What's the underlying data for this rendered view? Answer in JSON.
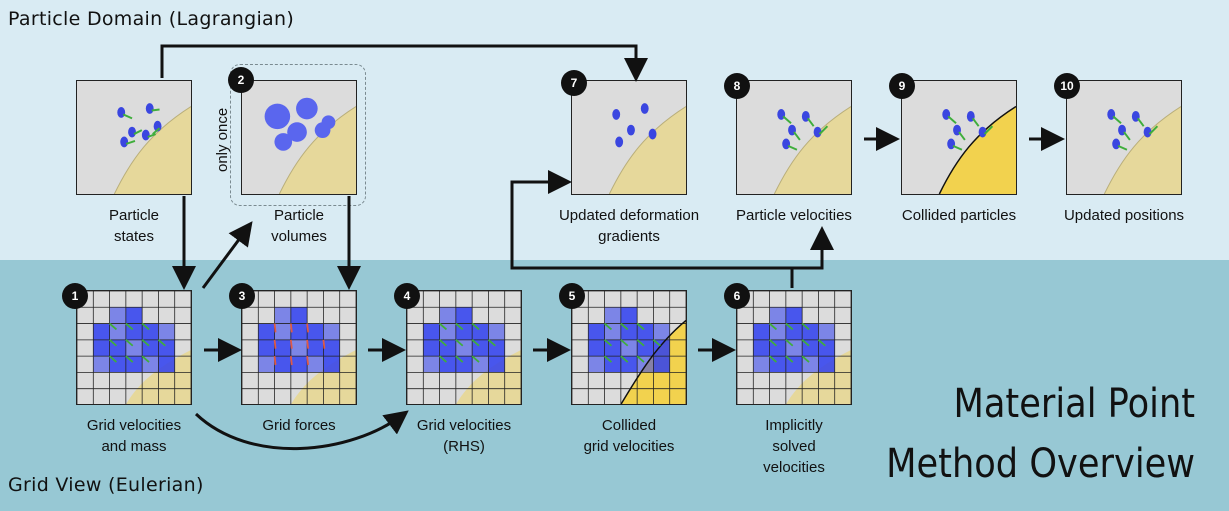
{
  "regions": {
    "particle_domain": "Particle Domain (Lagrangian)",
    "grid_view": "Grid View (Eulerian)"
  },
  "title": {
    "line1": "Material Point",
    "line2": "Method Overview"
  },
  "note_only_once": "only once",
  "colors": {
    "top_band": "#d9ebf3",
    "bottom_band": "#97c8d4",
    "material": "#e6d89b",
    "collided_material": "#f2d24e",
    "particle": "#3a46e0",
    "velocity_arrow": "#3fae3c",
    "force_arrow": "#e05a45",
    "grid_fill": "#2e3ef0"
  },
  "steps": [
    {
      "num": "",
      "caption": [
        "Particle",
        "states"
      ]
    },
    {
      "num": "2",
      "caption": [
        "Particle",
        "volumes"
      ]
    },
    {
      "num": "7",
      "caption": [
        "Updated deformation",
        "gradients"
      ]
    },
    {
      "num": "8",
      "caption": [
        "Particle velocities"
      ]
    },
    {
      "num": "9",
      "caption": [
        "Collided particles"
      ]
    },
    {
      "num": "10",
      "caption": [
        "Updated positions"
      ]
    },
    {
      "num": "1",
      "caption": [
        "Grid velocities",
        "and mass"
      ]
    },
    {
      "num": "3",
      "caption": [
        "Grid forces"
      ]
    },
    {
      "num": "4",
      "caption": [
        "Grid velocities",
        "(RHS)"
      ]
    },
    {
      "num": "5",
      "caption": [
        "Collided",
        "grid velocities"
      ]
    },
    {
      "num": "6",
      "caption": [
        "Implicitly",
        "solved",
        "velocities"
      ]
    }
  ]
}
